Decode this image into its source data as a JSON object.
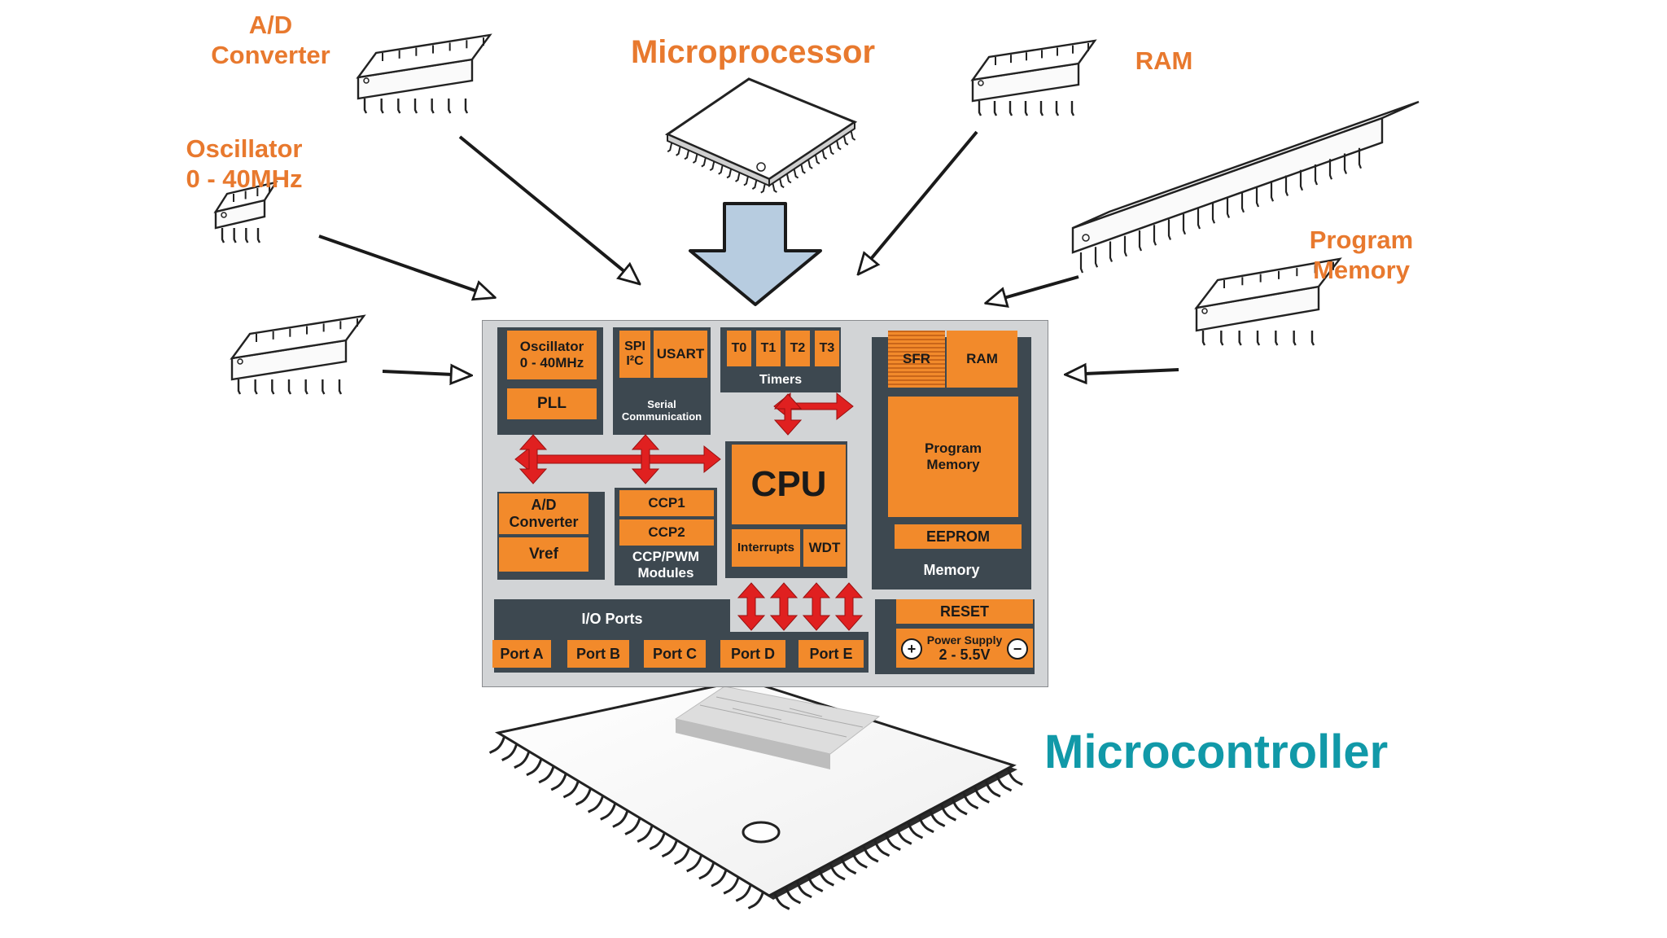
{
  "labels": {
    "ad_converter": [
      "A/D",
      "Converter"
    ],
    "microprocessor": "Microprocessor",
    "ram": "RAM",
    "oscillator": [
      "Oscillator",
      "0 - 40MHz"
    ],
    "program_memory": [
      "Program",
      "Memory"
    ],
    "microcontroller": "Microcontroller"
  },
  "chip": {
    "oscillator": [
      "Oscillator",
      "0 - 40MHz"
    ],
    "pll": "PLL",
    "spi": [
      "SPI",
      "I²C"
    ],
    "usart": "USART",
    "serial": [
      "Serial",
      "Communication"
    ],
    "timers": [
      "T0",
      "T1",
      "T2",
      "T3"
    ],
    "timers_label": "Timers",
    "sfr": "SFR",
    "ram": "RAM",
    "program_memory": [
      "Program",
      "Memory"
    ],
    "eeprom": "EEPROM",
    "memory_label": "Memory",
    "cpu": "CPU",
    "interrupts": "Interrupts",
    "wdt": "WDT",
    "ad_converter": [
      "A/D",
      "Converter"
    ],
    "vref": "Vref",
    "ccp1": "CCP1",
    "ccp2": "CCP2",
    "ccp_pwm": [
      "CCP/PWM",
      "Modules"
    ],
    "io_ports": "I/O Ports",
    "ports": [
      "Port A",
      "Port B",
      "Port C",
      "Port D",
      "Port E"
    ],
    "reset": "RESET",
    "power_supply": [
      "Power Supply",
      "2 - 5.5V"
    ],
    "plus": "+",
    "minus": "−"
  },
  "colors": {
    "orange": "#f28a2b",
    "label_orange": "#e8792e",
    "dark": "#3d4850",
    "board": "#d2d4d6",
    "red_arrow": "#e02020",
    "teal": "#1199a8",
    "arrow_fill": "#b7cce0"
  }
}
